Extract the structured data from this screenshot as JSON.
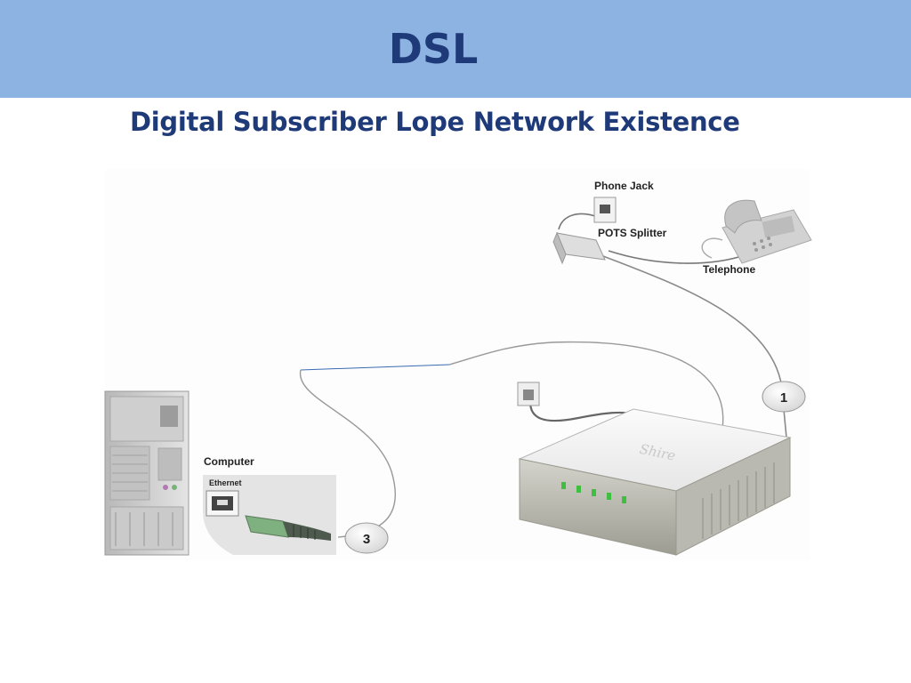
{
  "slide": {
    "title": "DSL",
    "subtitle": "Digital Subscriber Lope Network Existence"
  },
  "diagram": {
    "labels": {
      "phone_jack": "Phone Jack",
      "pots_splitter": "POTS Splitter",
      "telephone": "Telephone",
      "computer": "Computer",
      "ethernet": "Ethernet",
      "modem_brand": "Shire"
    },
    "callouts": {
      "one": "1",
      "three": "3"
    }
  },
  "colors": {
    "header_band": "#8db3e2",
    "title_text": "#1f3a78",
    "modem_led": "#3fbf3f"
  }
}
